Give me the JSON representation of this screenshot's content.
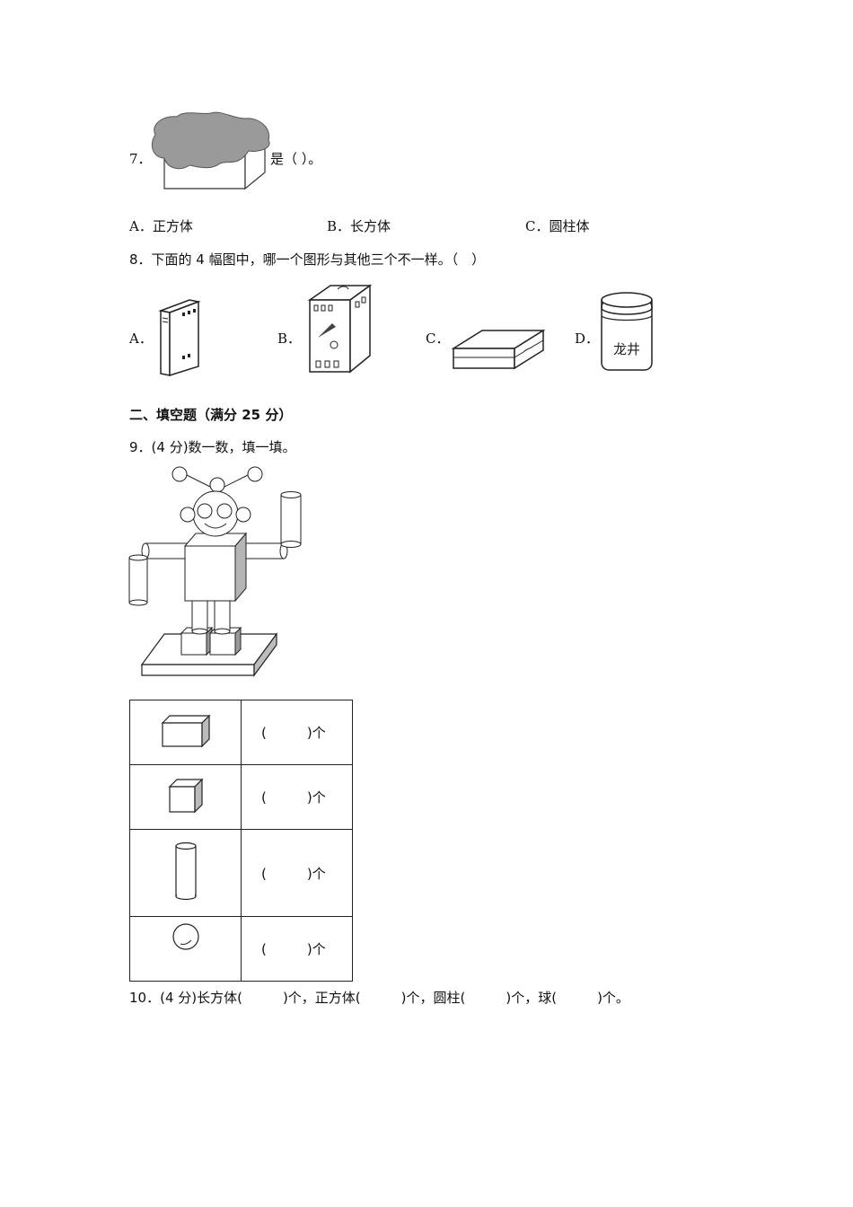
{
  "q7": {
    "number": "7．",
    "suffix": "是（ ）。",
    "options": [
      {
        "letter": "A．",
        "text": "正方体"
      },
      {
        "letter": "B．",
        "text": "长方体"
      },
      {
        "letter": "C．",
        "text": "圆柱体"
      }
    ]
  },
  "q8": {
    "text": "8．下面的 4 幅图中，哪一个图形与其他三个不一样。（　）",
    "options": [
      {
        "letter": "A．"
      },
      {
        "letter": "B．"
      },
      {
        "letter": "C．"
      },
      {
        "letter": "D．",
        "jar_label": "龙井"
      }
    ]
  },
  "section2": {
    "heading": "二、填空题（满分 25 分）"
  },
  "q9": {
    "text": "9．(4 分)数一数，填一填。",
    "rows": [
      {
        "shape": "cuboid-icon",
        "blank": "(　　　)个"
      },
      {
        "shape": "cube-icon",
        "blank": "(　　　)个"
      },
      {
        "shape": "cylinder-icon",
        "blank": "(　　　)个"
      },
      {
        "shape": "sphere-icon",
        "blank": "(　　　)个"
      }
    ]
  },
  "q10": {
    "text": "10．(4 分)长方体(　　　)个，正方体(　　　)个，圆柱(　　　)个，球(　　　)个。"
  }
}
